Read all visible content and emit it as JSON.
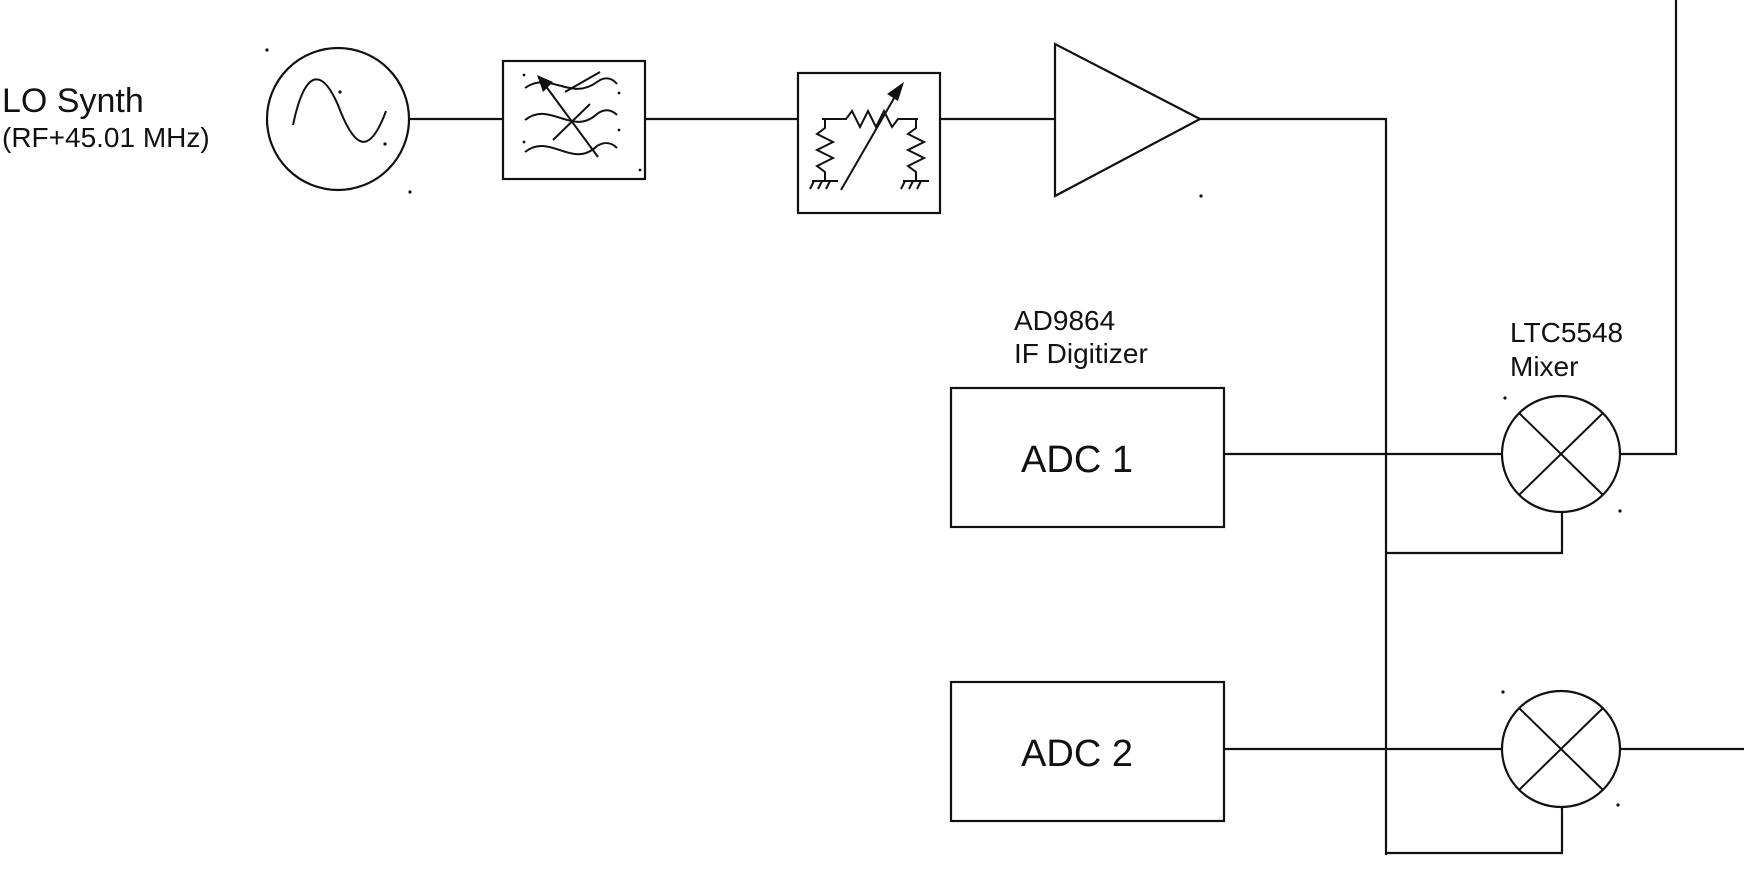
{
  "lo_synth": {
    "name": "LO Synth",
    "freq": "(RF+45.01 MHz)"
  },
  "digitizer": {
    "line1": "AD9864",
    "line2": "IF Digitizer"
  },
  "mixer": {
    "line1": "LTC5548",
    "line2": "Mixer"
  },
  "adc1": {
    "label": "ADC 1"
  },
  "adc2": {
    "label": "ADC 2"
  },
  "icons": [
    "sine-source-icon",
    "tunable-filter-icon",
    "variable-attenuator-icon",
    "amplifier-icon",
    "mixer-icon"
  ]
}
